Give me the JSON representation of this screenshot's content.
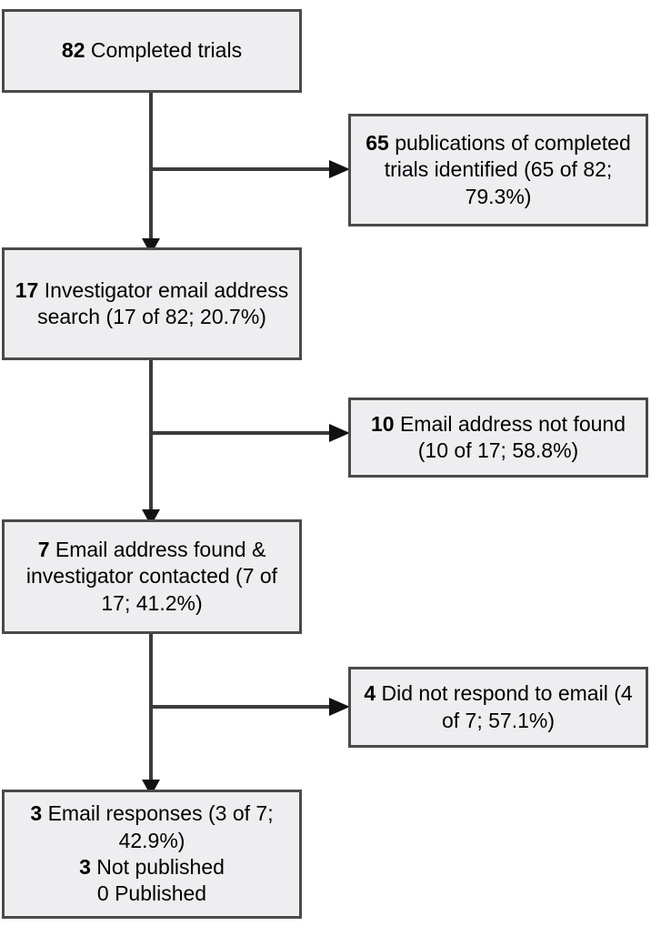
{
  "diagram": {
    "title": "Trial publication and investigator contact flow",
    "fill_color": "#eeeef0",
    "border_color": "#4a4a4a",
    "line_color": "#3c3c3c",
    "text_color": "#000000",
    "nodes": [
      {
        "id": "completed-trials",
        "bold_number": "82",
        "text": " Completed trials",
        "lines": [
          "82 Completed trials"
        ]
      },
      {
        "id": "publications-identified",
        "bold_number": "65",
        "text": " publications of completed trials identified (65 of 82; 79.3%)",
        "lines": [
          "65 publications of",
          "completed trials identified",
          "(65 of 82; 79.3%)"
        ]
      },
      {
        "id": "investigator-email-search",
        "bold_number": "17",
        "text": " Investigator email address search (17 of 82; 20.7%)",
        "lines": [
          "17 Investigator email",
          "address search (17 of 82;",
          "20.7%)"
        ]
      },
      {
        "id": "email-not-found",
        "bold_number": "10",
        "text": " Email address not found (10 of 17; 58.8%)",
        "lines": [
          "10 Email address not",
          "found (10 of 17; 58.8%)"
        ]
      },
      {
        "id": "email-found-contacted",
        "bold_number": "7",
        "text": " Email address found & investigator contacted (7 of 17; 41.2%)",
        "lines": [
          "7 Email address found &",
          "investigator contacted (7",
          "of 17; 41.2%)"
        ]
      },
      {
        "id": "did-not-respond",
        "bold_number": "4",
        "text": " Did not respond to email (4 of 7; 57.1%)",
        "lines": [
          "4 Did not respond to email",
          "(4 of 7; 57.1%)"
        ]
      },
      {
        "id": "email-responses",
        "line1_bold": "3",
        "line1_text": " Email responses (3 of 7; 42.9%)",
        "line2_bold": "3",
        "line2_text": " Not published",
        "line3_bold": "",
        "line3_text": "0 Published"
      }
    ]
  }
}
